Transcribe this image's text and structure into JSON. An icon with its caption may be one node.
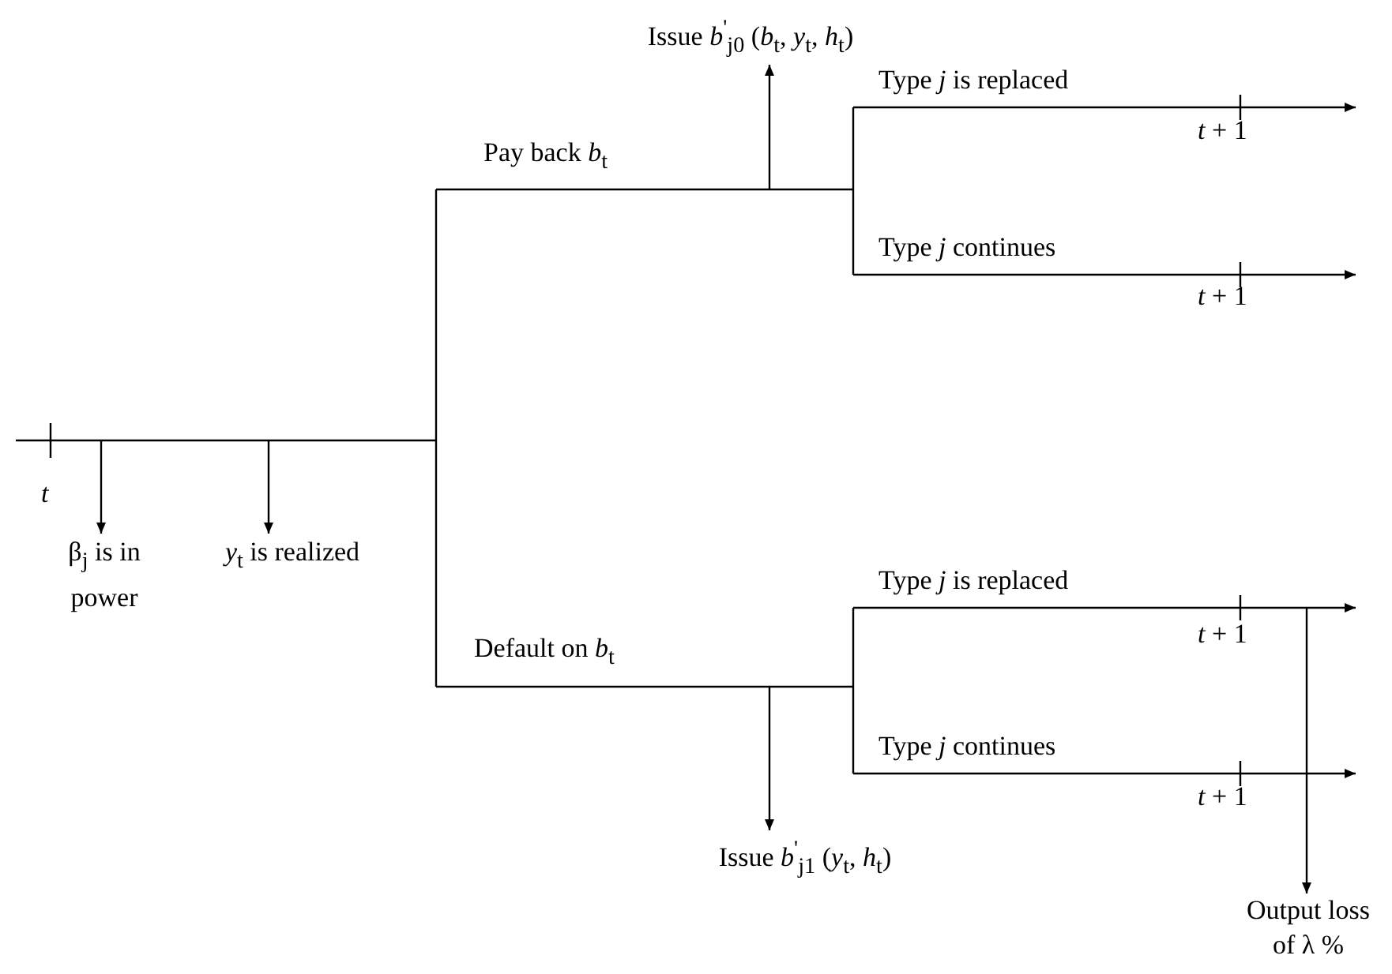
{
  "diagram": {
    "nodes": [
      {
        "text": [
          "Issue *b*$^{'}$$_{j0}$ (*b*$_{t}$, *y*$_{t}$, *h*$_{t}$)"
        ]
      },
      {
        "text": [
          "β$_{j}$ is in power"
        ]
      },
      {
        "text": [
          "*y*$_{t}$ is realized"
        ]
      },
      {
        "text": [
          "Issue *b*$^{'}$$_{j1}$ (*y*$_{t}$, *h*$_{t}$)"
        ]
      },
      {
        "text": [
          "Output loss of λ %"
        ]
      }
    ],
    "edges": [
      {
        "from": null,
        "to": 0,
        "arrow": "to"
      },
      {
        "from": null,
        "to": 1,
        "arrow": "to"
      },
      {
        "from": null,
        "to": 2,
        "arrow": "to"
      },
      {
        "from": null,
        "to": 3,
        "arrow": "to"
      },
      {
        "from": null,
        "to": 4,
        "arrow": "to"
      }
    ],
    "labels": [
      "Pay back *b*$_{t}$",
      "Type *j* is replaced",
      "*t* + 1",
      "Type *j* continues",
      "*t* + 1",
      "*t*",
      "Default on *b*$_{t}$",
      "Type *j* is replaced",
      "*t* + 1",
      "Type *j* continues",
      "*t* + 1"
    ]
  }
}
